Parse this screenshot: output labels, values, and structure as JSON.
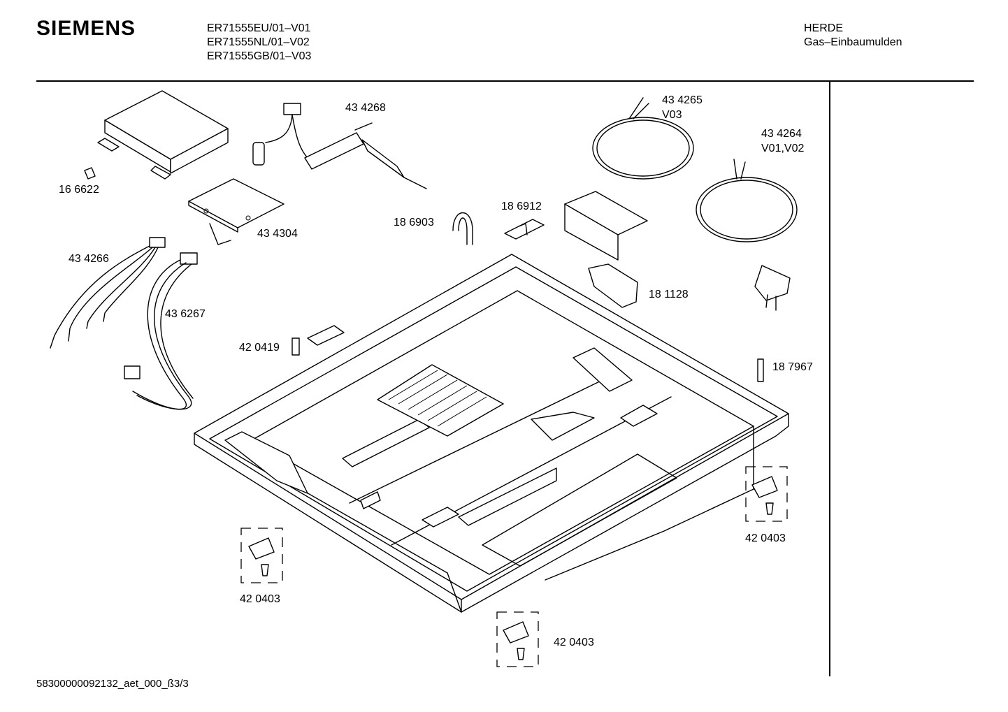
{
  "header": {
    "brand": "SIEMENS",
    "models": [
      "ER71555EU/01–V01",
      "ER71555NL/01–V02",
      "ER71555GB/01–V03"
    ],
    "category_line1": "HERDE",
    "category_line2": "Gas–Einbaumulden"
  },
  "parts": {
    "p166622": "16 6622",
    "p434268": "43 4268",
    "p434304": "43 4304",
    "p434266": "43 4266",
    "p436267": "43 6267",
    "p186903": "18 6903",
    "p186912": "18 6912",
    "p434265": "43 4265",
    "p434265_variant": "V03",
    "p434264": "43 4264",
    "p434264_variant": "V01,V02",
    "p181128": "18 1128",
    "p420419": "42 0419",
    "p187967": "18 7967",
    "p420403_left": "42 0403",
    "p420403_right": "42 0403",
    "p420403_bottom": "42 0403"
  },
  "footer": {
    "doc_id": "58300000092132_aet_000_ß3/3"
  }
}
